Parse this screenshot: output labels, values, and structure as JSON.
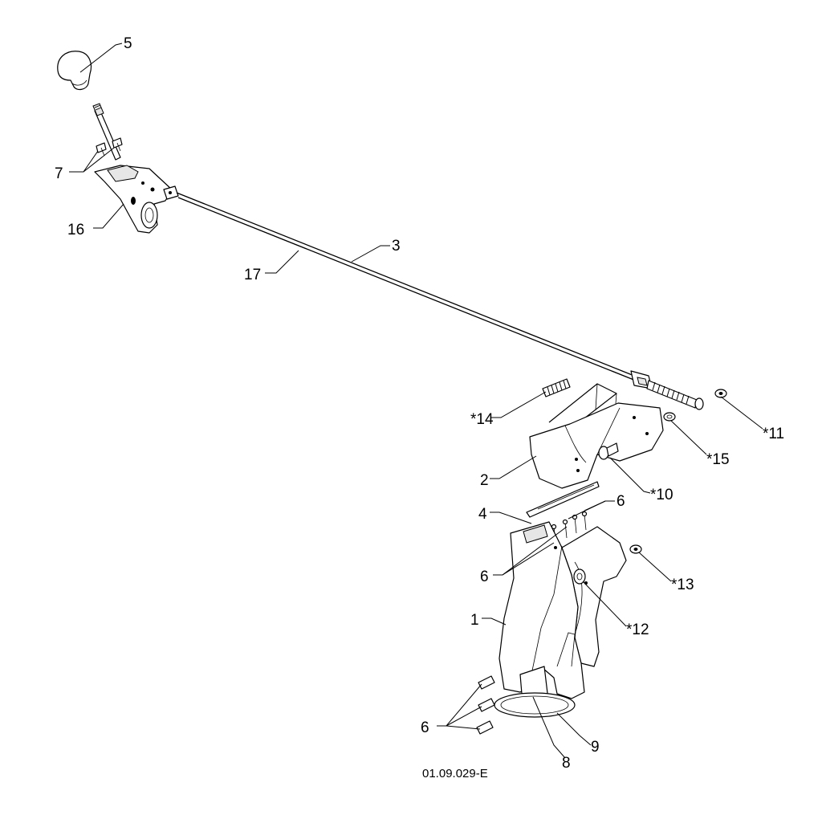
{
  "diagram": {
    "figure_id": "01.09.029-E",
    "callouts": {
      "knob": "5",
      "lever_screws": "7",
      "lever_bracket": "16",
      "cable_a": "17",
      "cable_b": "3",
      "spring": "*14",
      "nut_end": "*11",
      "washer_end": "*15",
      "deflector": "2",
      "deflector_bolt": "*10",
      "clip": "4",
      "chute_fasteners_top_right": "6",
      "chute_fasteners_top_left": "6",
      "nut_side": "*13",
      "bolt_side": "*12",
      "chute": "1",
      "chute_fasteners_bottom": "6",
      "base_ring": "9",
      "plate": "8"
    }
  }
}
